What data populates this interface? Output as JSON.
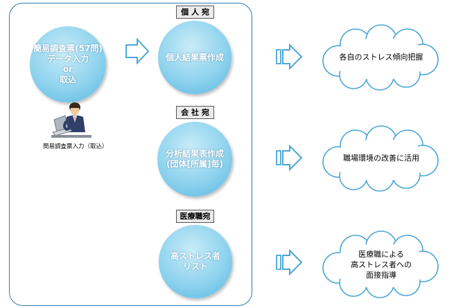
{
  "input_circle": {
    "line1": "簡易調査票(57問)",
    "line2": "データ入力",
    "line3": "or",
    "line4": "取込"
  },
  "person_caption": "簡易調査票入力（取込）",
  "labels": {
    "individual": "個 人 宛",
    "company": "会 社 宛",
    "medical": "医療職宛"
  },
  "process_circles": {
    "individual_report": "個人結果票作成",
    "analysis_line1": "分析結果表作成",
    "analysis_line2": "(団体[所属]毎)",
    "high_stress_line1": "高ストレス者",
    "high_stress_line2": "リスト"
  },
  "clouds": {
    "awareness": "各自のストレス傾向把握",
    "workplace": "職場環境の改善に活用",
    "guidance_line1": "医療職による",
    "guidance_line2": "高ストレス者への",
    "guidance_line3": "面接指導"
  },
  "colors": {
    "frame": "#2c7bb0",
    "circle": "#8fd3ee",
    "cloud_border": "#4aa6d6",
    "arrow_border": "#4aa6d6"
  }
}
